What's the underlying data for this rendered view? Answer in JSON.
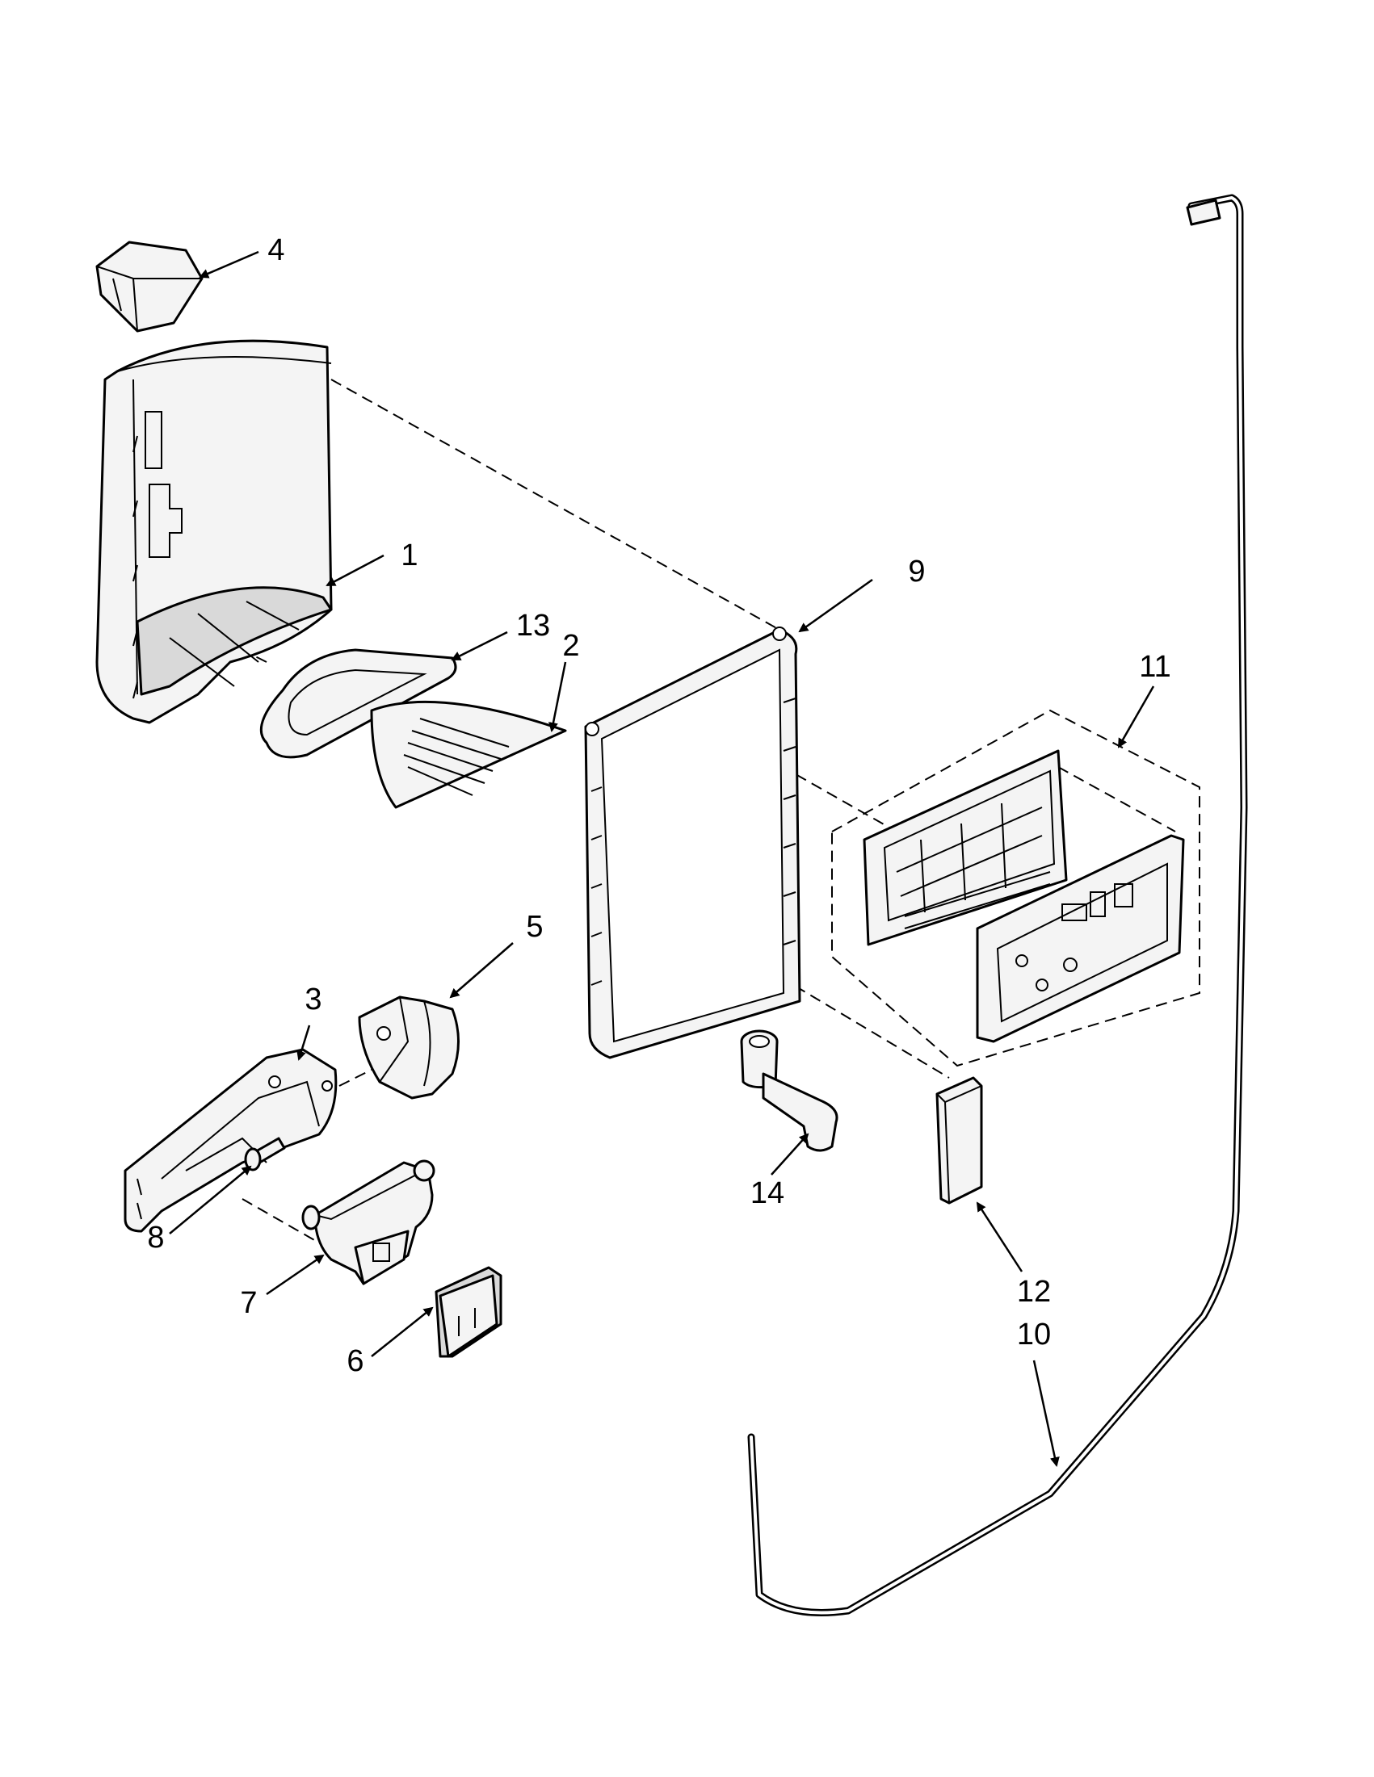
{
  "callouts": [
    {
      "id": "c1",
      "text": "1"
    },
    {
      "id": "c2",
      "text": "2"
    },
    {
      "id": "c3",
      "text": "3"
    },
    {
      "id": "c4",
      "text": "4"
    },
    {
      "id": "c5",
      "text": "5"
    },
    {
      "id": "c6",
      "text": "6"
    },
    {
      "id": "c7",
      "text": "7"
    },
    {
      "id": "c8",
      "text": "8"
    },
    {
      "id": "c9",
      "text": "9"
    },
    {
      "id": "c10",
      "text": "10"
    },
    {
      "id": "c11",
      "text": "11"
    },
    {
      "id": "c12",
      "text": "12"
    },
    {
      "id": "c13",
      "text": "13"
    },
    {
      "id": "c14",
      "text": "14"
    }
  ],
  "colors": {
    "line": "#000000",
    "background": "#ffffff"
  }
}
